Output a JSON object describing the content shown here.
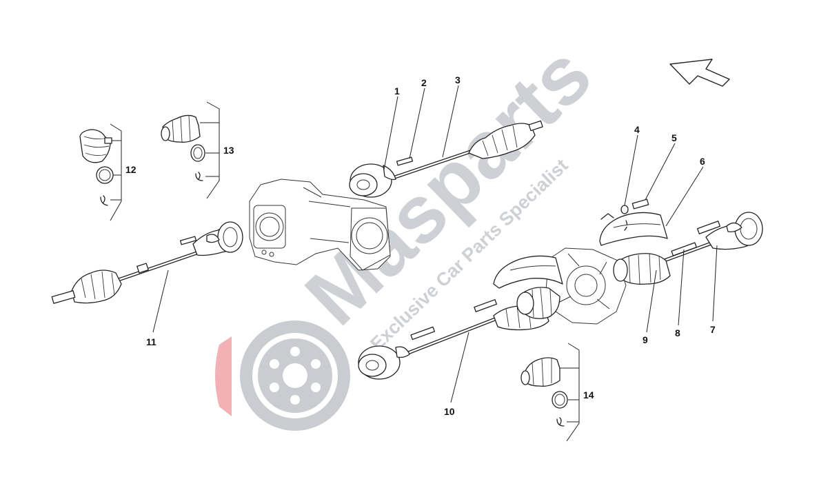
{
  "watermark": {
    "brand": "Masparts",
    "tagline": "Exclusive Car Parts Specialist",
    "colors": {
      "brand_gray": "#c4c8cd",
      "accent_red": "#f2b2b5"
    },
    "logo_icon": "brake-disc-icon"
  },
  "orientation_icon": "direction-arrow-icon",
  "callouts": [
    {
      "id": "c1",
      "text": "1"
    },
    {
      "id": "c2",
      "text": "2"
    },
    {
      "id": "c3",
      "text": "3"
    },
    {
      "id": "c4",
      "text": "4"
    },
    {
      "id": "c5",
      "text": "5"
    },
    {
      "id": "c6",
      "text": "6"
    },
    {
      "id": "c7",
      "text": "7"
    },
    {
      "id": "c8",
      "text": "8"
    },
    {
      "id": "c9",
      "text": "9"
    },
    {
      "id": "c10",
      "text": "10"
    },
    {
      "id": "c11",
      "text": "11"
    },
    {
      "id": "c12",
      "text": "12"
    },
    {
      "id": "c13",
      "text": "13"
    },
    {
      "id": "c14",
      "text": "14"
    }
  ]
}
